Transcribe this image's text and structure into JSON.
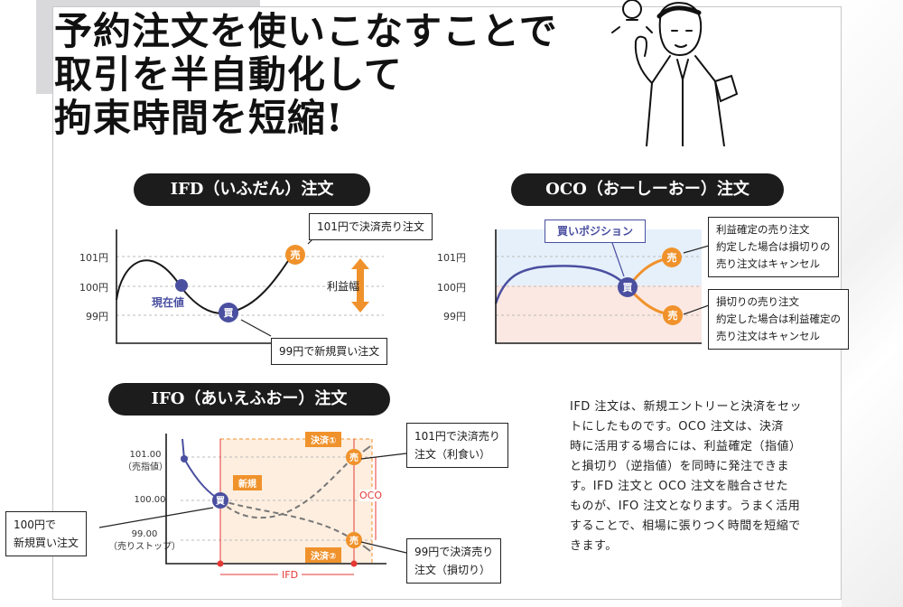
{
  "title": {
    "line1": "予約注文を使いこなすことで",
    "line2": "取引を半自動化して",
    "line3": "拘束時間を短縮!"
  },
  "ifd": {
    "heading": "IFD（いふだん）注文",
    "ticks": [
      "101円",
      "100円",
      "99円"
    ],
    "current_label": "現在値",
    "buy_glyph": "買",
    "sell_glyph": "売",
    "range_label": "利益幅",
    "sell_callout": "101円で決済売り注文",
    "buy_callout": "99円で新規買い注文"
  },
  "oco": {
    "heading": "OCO（おーしーおー）注文",
    "ticks": [
      "101円",
      "100円",
      "99円"
    ],
    "position_label": "買いポジション",
    "buy_glyph": "買",
    "sell_glyph": "売",
    "callout_top": [
      "利益確定の売り注文",
      "約定した場合は損切りの",
      "売り注文はキャンセル"
    ],
    "callout_bottom": [
      "損切りの売り注文",
      "約定した場合は利益確定の",
      "売り注文はキャンセル"
    ],
    "colors": {
      "upper_zone": "#e6f0fa",
      "lower_zone": "#fbe8e2",
      "line": "#4a4fa0",
      "sell": "#f0922c"
    }
  },
  "ifo": {
    "heading": "IFO（あいえふおー）注文",
    "tick_top": "101.00",
    "tick_top_sub": "（売指値）",
    "tick_mid": "100.00",
    "tick_bottom": "99.00",
    "tick_bottom_sub": "（売りストップ）",
    "new_tag": "新規",
    "settle1_tag": "決済①",
    "settle2_tag": "決済②",
    "oco_label": "OCO",
    "ifd_label": "IFD",
    "buy_glyph": "買",
    "sell_glyph": "売",
    "callout_left": [
      "100円で",
      "新規買い注文"
    ],
    "callout_top": [
      "101円で決済売り",
      "注文（利食い）"
    ],
    "callout_bottom": [
      "99円で決済売り",
      "注文（損切り）"
    ]
  },
  "description": [
    "IFD 注文は、新規エントリーと決済をセッ",
    "トにしたものです。OCO 注文は、決済",
    "時に活用する場合には、利益確定（指値）",
    "と損切り（逆指値）を同時に発注できま",
    "す。IFD 注文と OCO 注文を融合させた",
    "ものが、IFO 注文となります。うまく活用",
    "することで、相場に張りつく時間を短縮で",
    "きます。"
  ],
  "colors": {
    "accent_orange": "#f0922c",
    "buy_purple": "#4a4fa0",
    "dark_pill": "#1c1c1c"
  }
}
